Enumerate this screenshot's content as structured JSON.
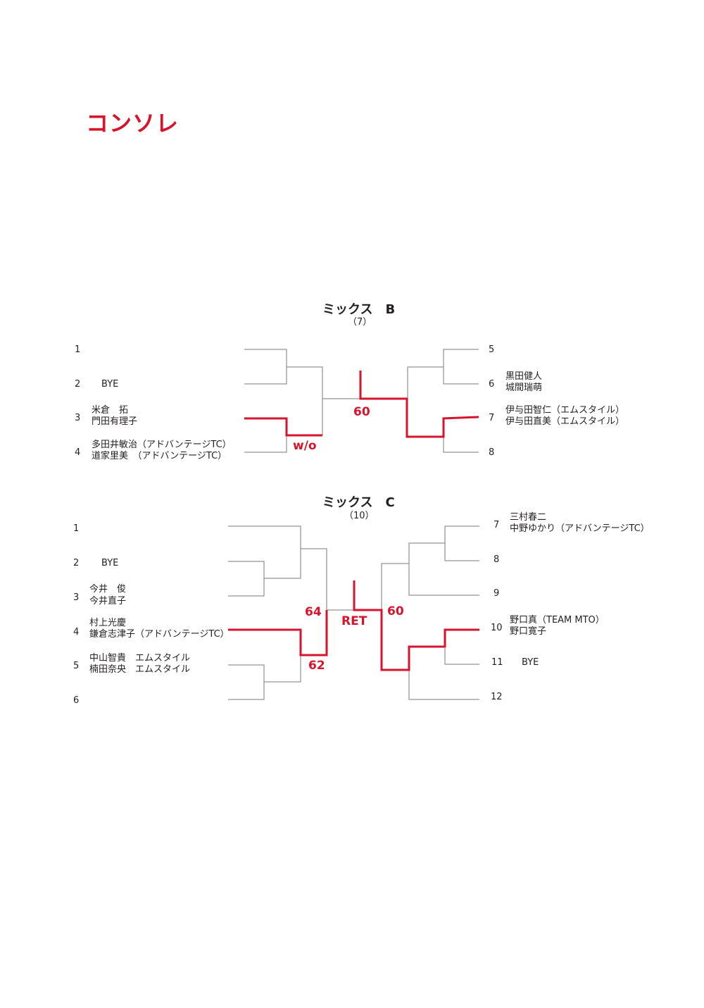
{
  "page_title": "コンソレ",
  "accent_color": "#d7142c",
  "mixed_b": {
    "title": "ミックス　B",
    "count": "（7）",
    "left": [
      {
        "seed": "1"
      },
      {
        "seed": "2",
        "bye": "BYE"
      },
      {
        "seed": "3",
        "p1": "米倉　拓",
        "p2": "門田有理子"
      },
      {
        "seed": "4",
        "p1": "多田井敏治（アドバンテージTC）",
        "p2": "道家里美　（アドバンテージTC）"
      }
    ],
    "right": [
      {
        "seed": "5"
      },
      {
        "seed": "6",
        "p1": "黒田健人",
        "p2": "城間瑞萌"
      },
      {
        "seed": "7",
        "p1": "伊与田智仁（エムスタイル）",
        "p2": "伊与田直美（エムスタイル）"
      },
      {
        "seed": "8"
      }
    ],
    "scores": {
      "left_r1": "w/o",
      "final": "60"
    }
  },
  "mixed_c": {
    "title": "ミックス　C",
    "count": "（10）",
    "left": [
      {
        "seed": "1"
      },
      {
        "seed": "2",
        "bye": "BYE"
      },
      {
        "seed": "3",
        "p1": "今井　俊",
        "p2": "今井直子"
      },
      {
        "seed": "4",
        "p1": "村上光慶",
        "p2": "鎌倉志津子（アドバンテージTC）"
      },
      {
        "seed": "5",
        "p1": "中山智貴　エムスタイル",
        "p2": "楠田奈央　エムスタイル"
      },
      {
        "seed": "6"
      }
    ],
    "right": [
      {
        "seed": "7",
        "p1": "三村春二",
        "p2": "中野ゆかり（アドバンテージTC）"
      },
      {
        "seed": "8"
      },
      {
        "seed": "9"
      },
      {
        "seed": "10",
        "p1": "野口真（TEAM MTO）",
        "p2": "野口寛子"
      },
      {
        "seed": "11",
        "bye": "BYE"
      },
      {
        "seed": "12"
      }
    ],
    "scores": {
      "left_semi": "64",
      "left_r1": "62",
      "final": "RET",
      "right_semi": "60"
    }
  }
}
